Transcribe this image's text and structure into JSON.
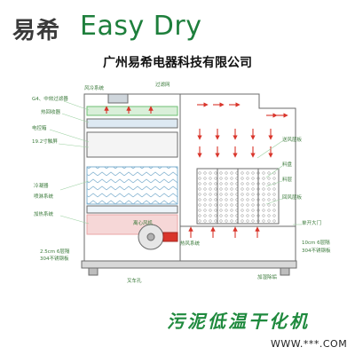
{
  "header": {
    "brand_cn": "易希",
    "brand_en": "Easy Dry",
    "company": "广州易希电器科技有限公司"
  },
  "footer": {
    "product": "污泥低温干化机",
    "website": "WWW.***.COM"
  },
  "labels": {
    "fan": "风冷系统",
    "filter": "过滤网",
    "g4_filter": "G4、中效过滤器",
    "hot_regen": "热回收器",
    "evaporator": "电控箱",
    "shell": "19.2寸触屏",
    "condenser": "冷凝器",
    "spray": "喷淋系统",
    "heater": "加热系统",
    "circ_fan": "离心风机",
    "hot_air": "热风系统",
    "panel_left": "2.5cm 6层隔",
    "steel_left": "304不锈钢板",
    "base": "叉车孔",
    "airflow_plate": "送风层板",
    "tray": "料盘",
    "belt": "料层",
    "return_air": "回风层板",
    "door": "单开大门",
    "panel_right": "10cm 6层隔",
    "steel_right": "304不锈钢板",
    "discharge": "加湿除垢"
  },
  "colors": {
    "brand_green": "#1e7f3c",
    "frame": "#6b6b6b",
    "arrow": "#d9352b",
    "filter_green": "#6fbf73",
    "coil_blue": "#8fc1de",
    "heater_pink": "#e9a6a6"
  }
}
